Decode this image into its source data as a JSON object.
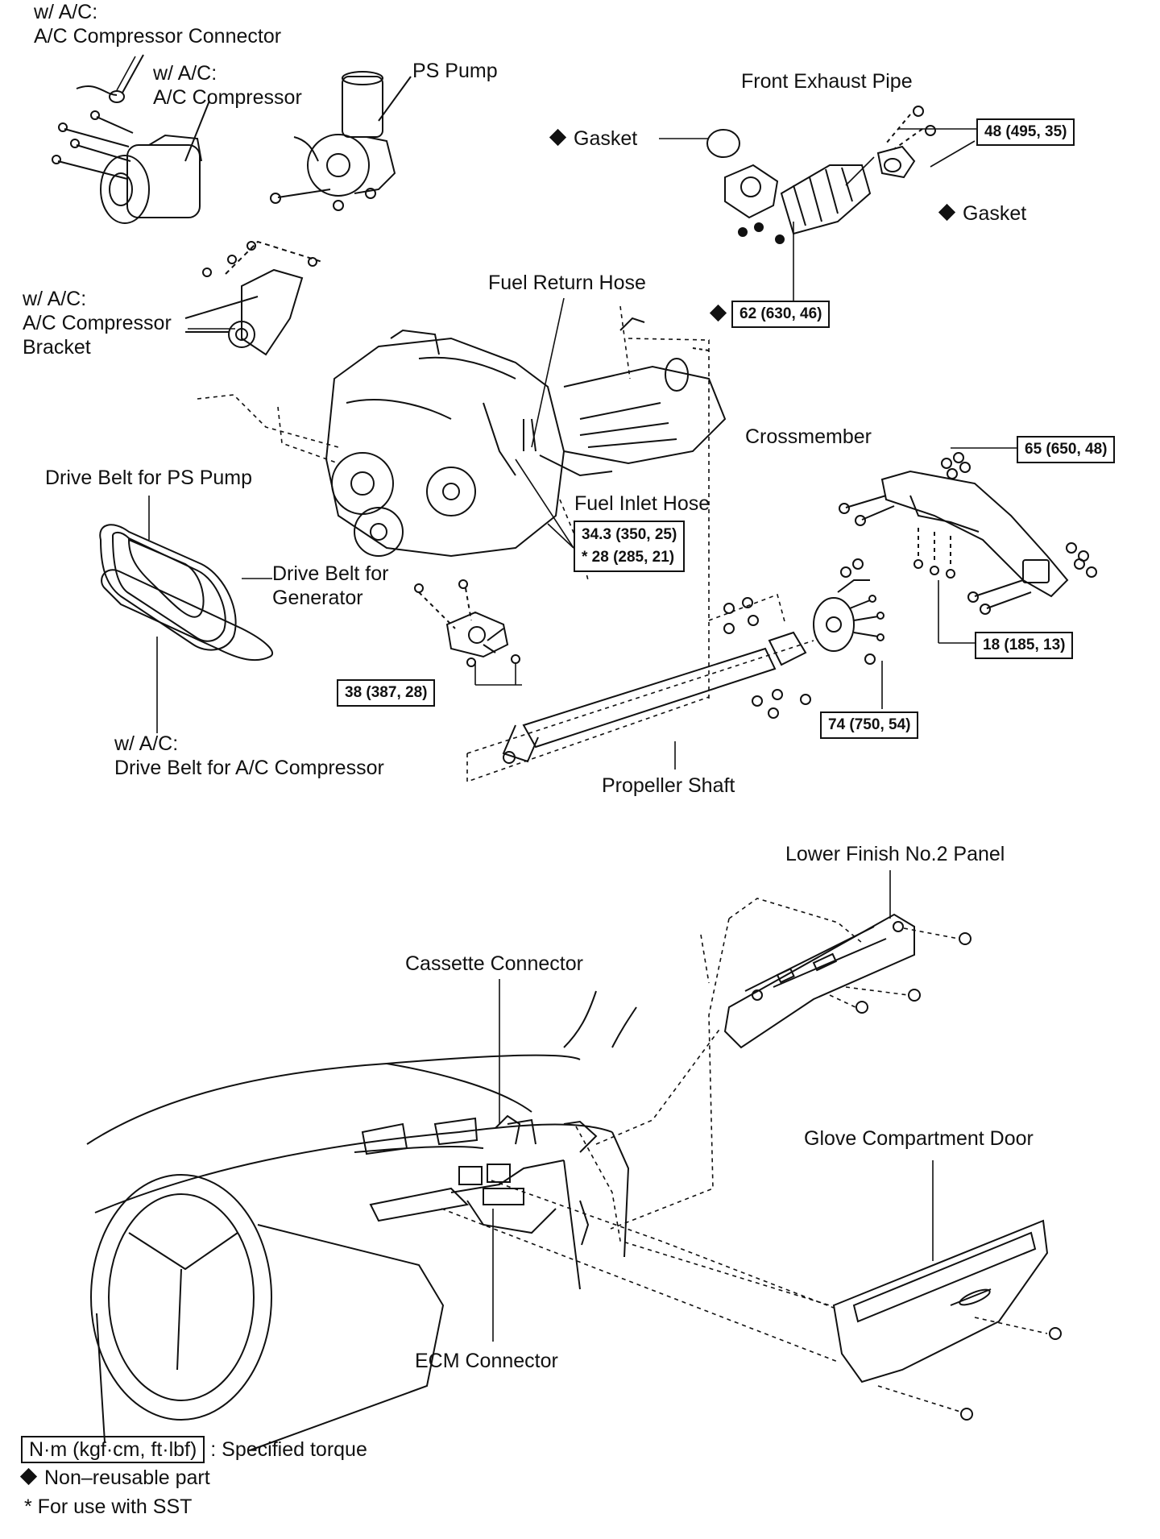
{
  "labels": {
    "ac_connector_l1": "w/ A/C:",
    "ac_connector_l2": "A/C Compressor Connector",
    "ac_compressor_l1": "w/ A/C:",
    "ac_compressor_l2": "A/C Compressor",
    "ps_pump": "PS Pump",
    "front_exhaust_pipe": "Front Exhaust Pipe",
    "gasket_1": "Gasket",
    "gasket_2": "Gasket",
    "ac_bracket_l1": "w/ A/C:",
    "ac_bracket_l2": "A/C Compressor",
    "ac_bracket_l3": "Bracket",
    "fuel_return_hose": "Fuel Return Hose",
    "crossmember": "Crossmember",
    "belt_ps_pump": "Drive Belt for PS Pump",
    "fuel_inlet_hose": "Fuel Inlet Hose",
    "belt_generator_l1": "Drive Belt for",
    "belt_generator_l2": "Generator",
    "belt_ac_l1": "w/ A/C:",
    "belt_ac_l2": "Drive Belt for A/C Compressor",
    "propeller_shaft": "Propeller Shaft",
    "lower_finish_panel": "Lower Finish No.2 Panel",
    "cassette_connector": "Cassette Connector",
    "glove_compartment_door": "Glove Compartment Door",
    "ecm_connector": "ECM Connector"
  },
  "torques": {
    "t48": "48 (495, 35)",
    "t62": "62 (630, 46)",
    "t65": "65 (650, 48)",
    "t343": "34.3 (350, 25)",
    "t28": "* 28 (285, 21)",
    "t18": "18 (185, 13)",
    "t38": "38 (387, 28)",
    "t74": "74 (750, 54)"
  },
  "legend": {
    "unit_box": "N·m (kgf·cm, ft·lbf)",
    "unit_desc": ": Specified torque",
    "nonreusable": "Non–reusable part",
    "sst": "* For use with SST"
  }
}
